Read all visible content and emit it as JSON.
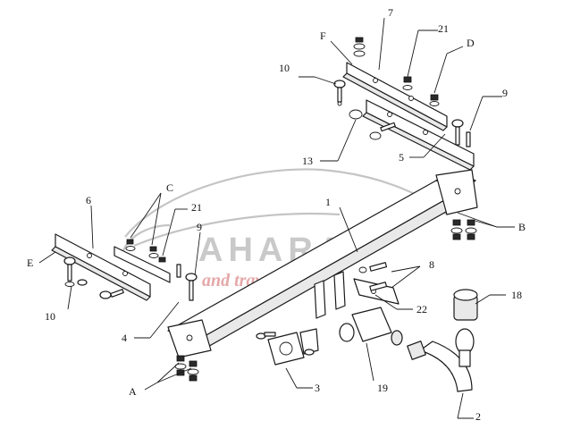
{
  "watermark": {
    "brand": "AHARA",
    "tagline": "and travel"
  },
  "labels": {
    "l1": "1",
    "l2": "2",
    "l3": "3",
    "l4": "4",
    "l5": "5",
    "l6": "6",
    "l7": "7",
    "l8": "8",
    "l9a": "9",
    "l9b": "9",
    "l10a": "10",
    "l10b": "10",
    "l13": "13",
    "l18": "18",
    "l19": "19",
    "l21a": "21",
    "l21b": "21",
    "l22": "22",
    "lA": "A",
    "lB": "B",
    "lC": "C",
    "lD": "D",
    "lE": "E",
    "lF": "F"
  }
}
